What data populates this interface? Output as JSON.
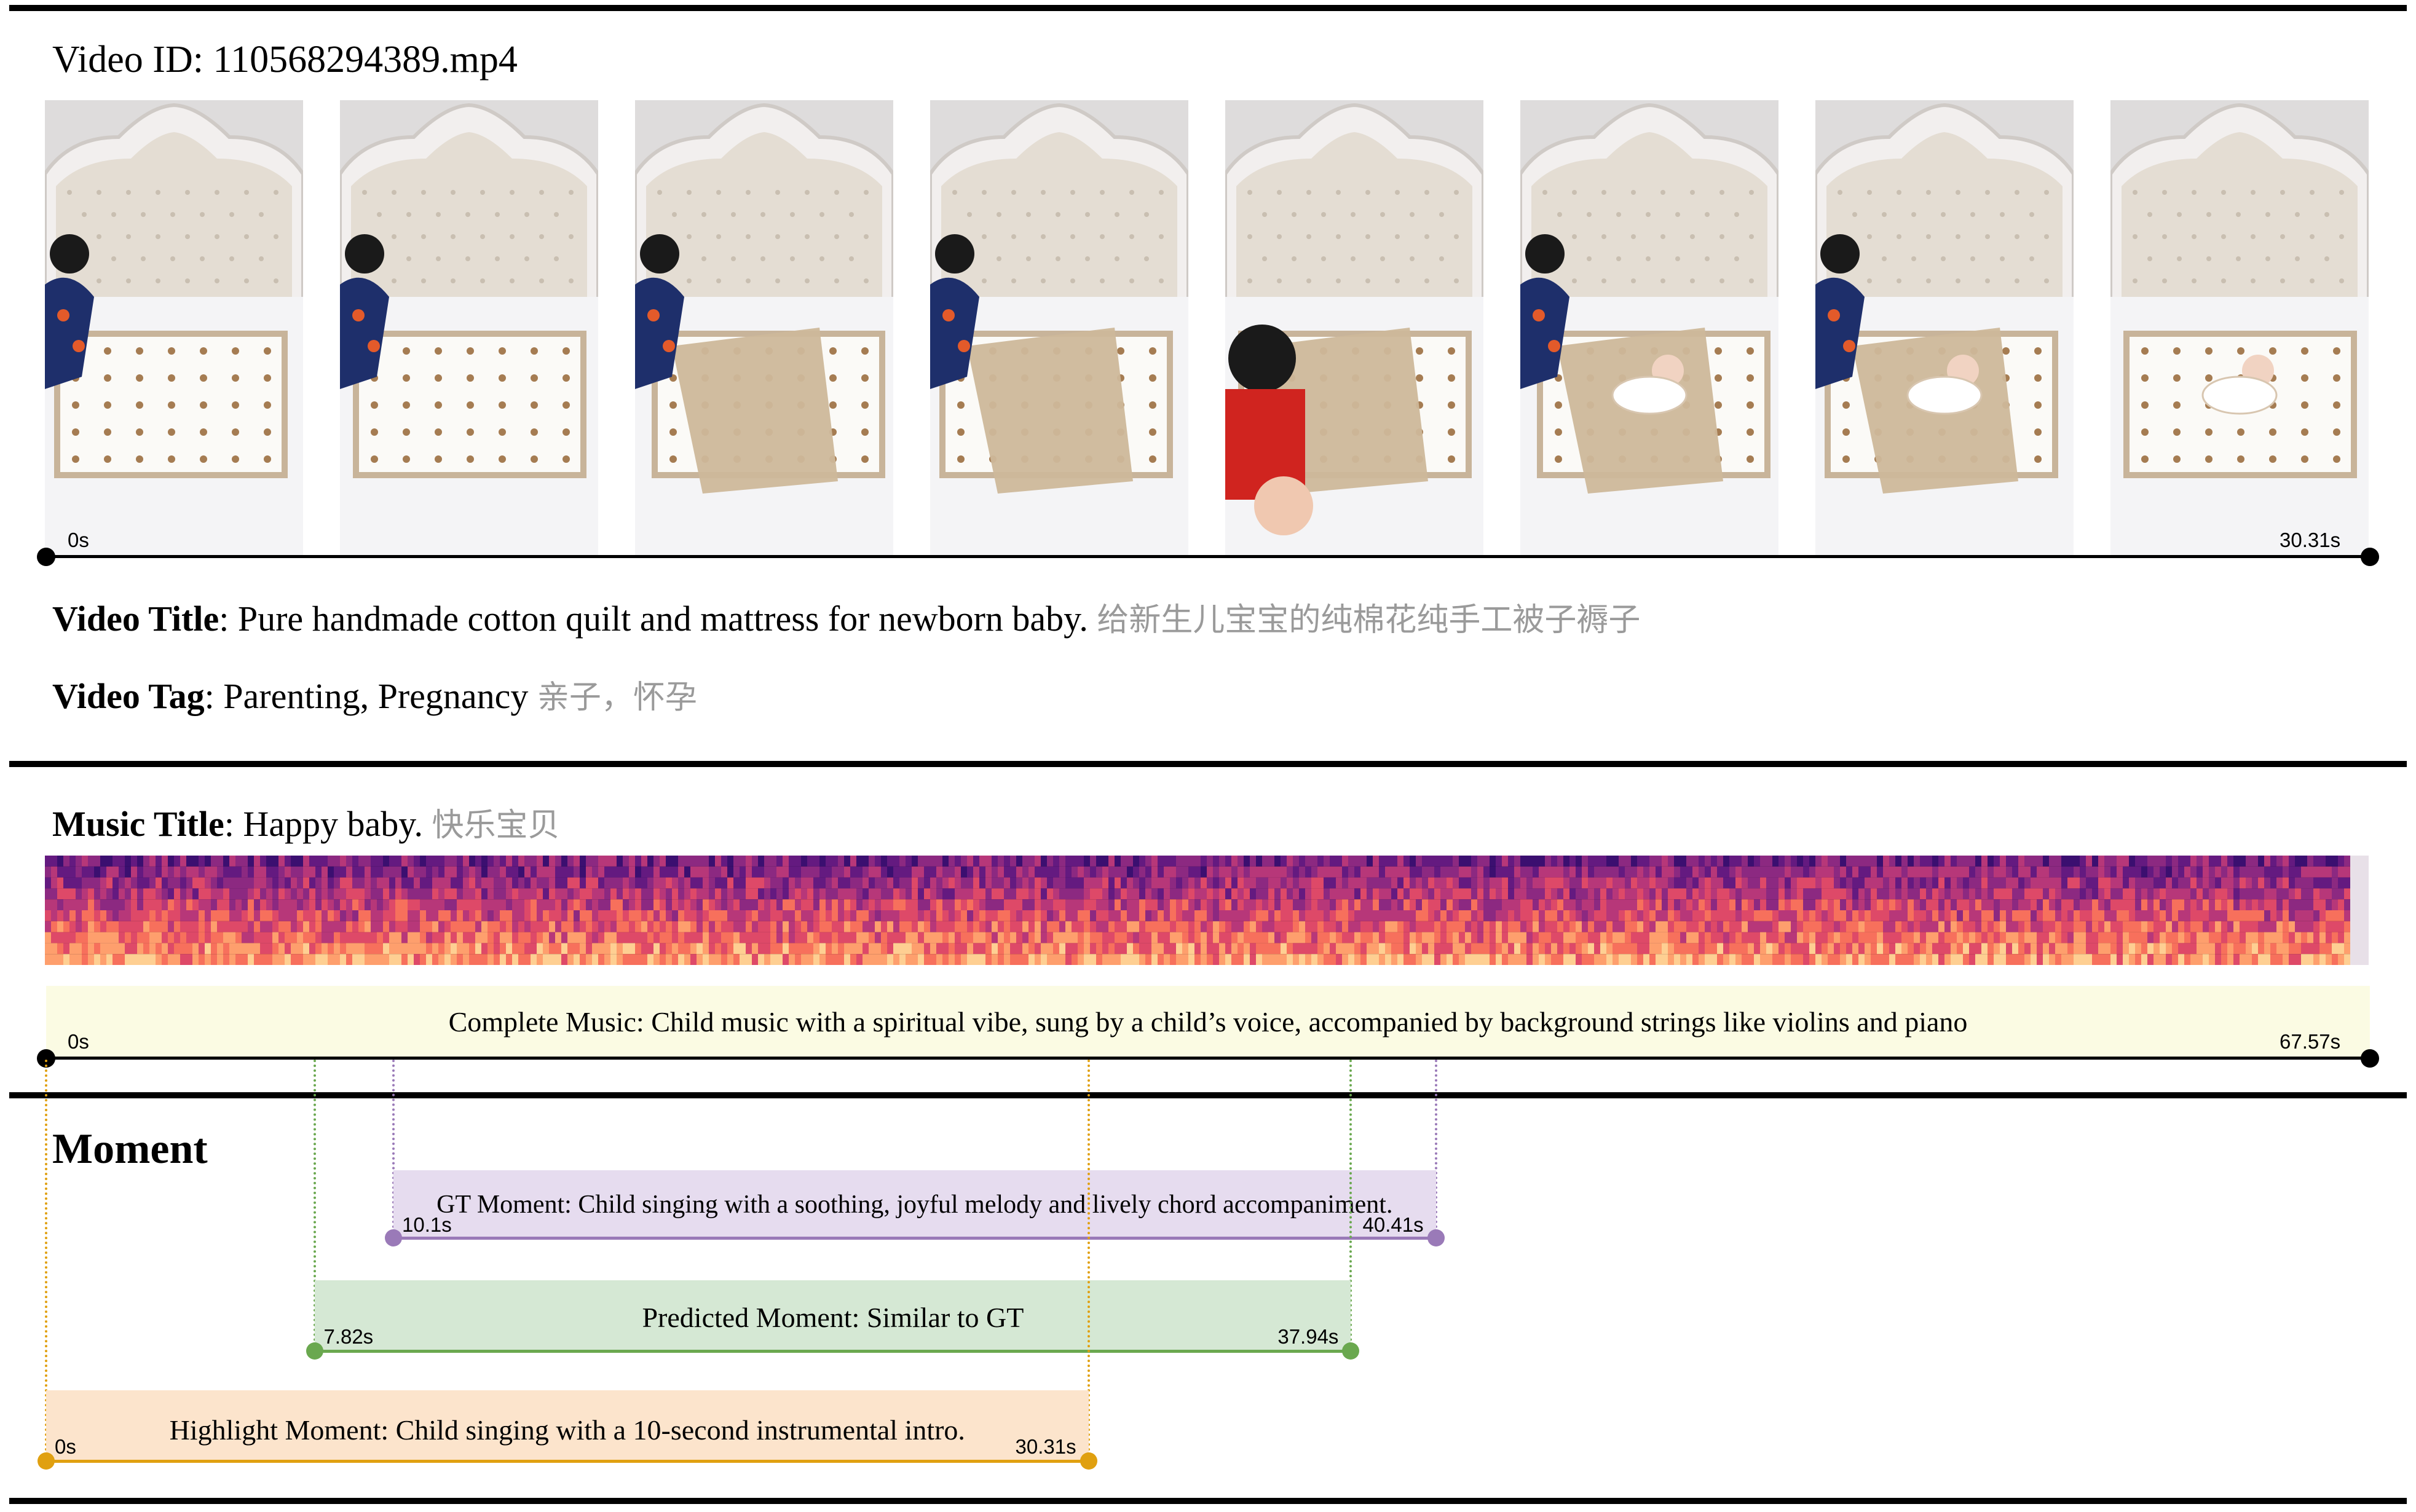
{
  "video": {
    "id_label": "Video ID: 110568294389.mp4",
    "timeline_start": "0s",
    "timeline_end": "30.31s",
    "title_key": "Video Title",
    "title_value": ": Pure handmade cotton quilt and mattress for newborn baby.",
    "title_cn": "给新生儿宝宝的纯棉花纯手工被子褥子",
    "tag_key": "Video Tag",
    "tag_value": ": Parenting, Pregnancy",
    "tag_cn": "亲子，怀孕",
    "frames": [
      "woman arranging quilt on bed",
      "woman unrolling quilt strap",
      "quilt wrapped with beige cover",
      "woman folding beige wrap",
      "child leaning into frame beside wrap",
      "baby laid on wrap",
      "baby being wrapped",
      "baby swaddled on bed"
    ]
  },
  "music": {
    "title_key": "Music Title",
    "title_value": ": Happy baby.",
    "title_cn": "快乐宝贝",
    "complete_label": "Complete Music: Child music with a spiritual vibe, sung by a child’s voice, accompanied by background strings like violins and piano",
    "start": "0s",
    "end": "67.57s",
    "duration": 67.57
  },
  "moment": {
    "heading": "Moment",
    "gt": {
      "label": "GT Moment: Child singing with a soothing, joyful melody and lively chord accompaniment.",
      "start_label": "10.1s",
      "end_label": "40.41s",
      "start": 10.1,
      "end": 40.41,
      "color": "#9a7ab8",
      "fill": "#e6dcef"
    },
    "pred": {
      "label": "Predicted Moment: Similar to GT",
      "start_label": "7.82s",
      "end_label": "37.94s",
      "start": 7.82,
      "end": 37.94,
      "color": "#6aa84f",
      "fill": "#d5e8d4"
    },
    "highlight": {
      "label": "Highlight Moment: Child singing with a 10-second instrumental intro.",
      "start_label": "0s",
      "end_label": "30.31s",
      "start": 0,
      "end": 30.31,
      "color": "#e0a010",
      "fill": "#fce4cc"
    }
  },
  "colors": {
    "complete_fill": "#fbfbe3",
    "rule": "#000000"
  }
}
